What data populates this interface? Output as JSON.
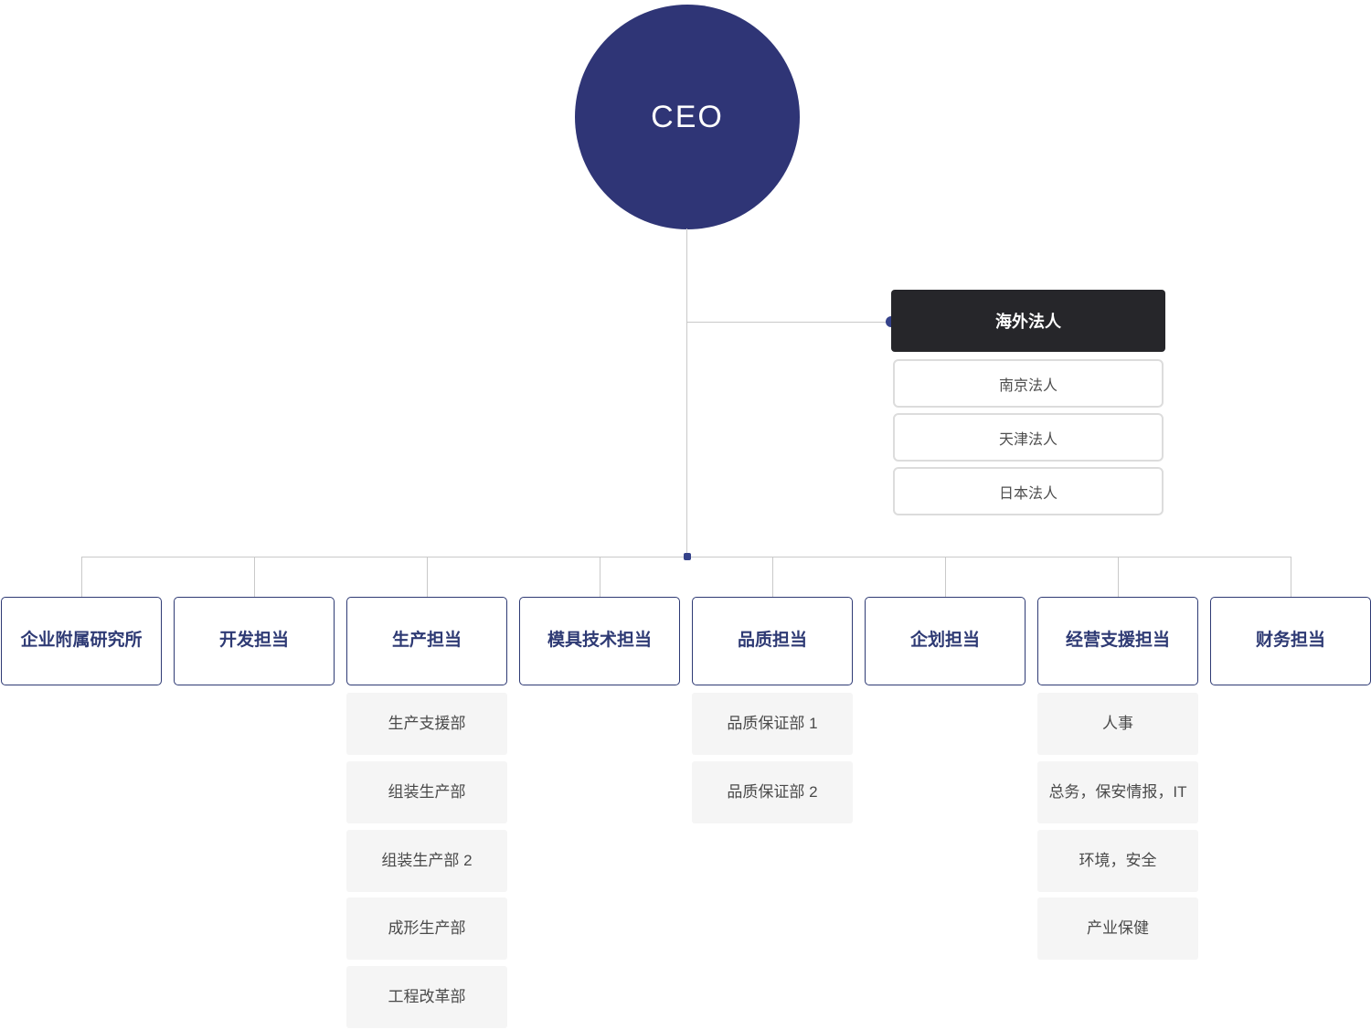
{
  "ceo": {
    "label": "CEO"
  },
  "overseas": {
    "header": "海外法人",
    "entities": [
      "南京法人",
      "天津法人",
      "日本法人"
    ]
  },
  "departments": [
    {
      "label": "企业附属研究所",
      "children": []
    },
    {
      "label": "开发担当",
      "children": []
    },
    {
      "label": "生产担当",
      "children": [
        "生产支援部",
        "组装生产部",
        "组装生产部 2",
        "成形生产部",
        "工程改革部"
      ]
    },
    {
      "label": "模具技术担当",
      "children": []
    },
    {
      "label": "品质担当",
      "children": [
        "品质保证部 1",
        "品质保证部 2"
      ]
    },
    {
      "label": "企划担当",
      "children": []
    },
    {
      "label": "经营支援担当",
      "children": [
        "人事",
        "总务，保安情报，IT",
        "环境，安全",
        "产业保健"
      ]
    },
    {
      "label": "财务担当",
      "children": []
    }
  ],
  "colors": {
    "ceo_circle": "#2f3576",
    "accent_navy": "#2e3a74",
    "dot_blue": "#35428a",
    "dark_box": "#26262a",
    "sub_box_bg": "#f5f5f5",
    "connector_line": "#c9c9c9",
    "entity_border": "#dcdcdc"
  }
}
